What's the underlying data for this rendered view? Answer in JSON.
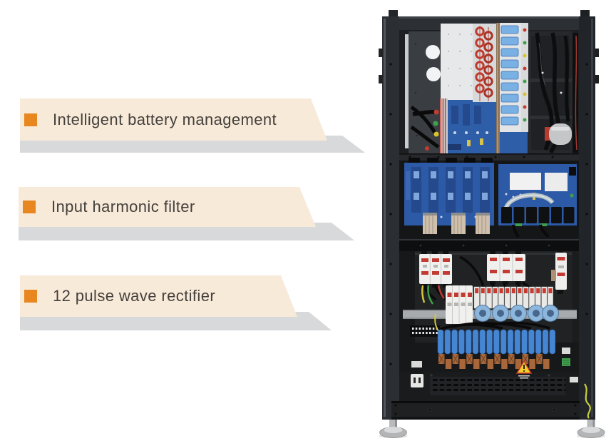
{
  "features": [
    {
      "label": "Intelligent battery management"
    },
    {
      "label": "Input harmonic filter"
    },
    {
      "label": "12 pulse wave rectifier"
    }
  ],
  "bullet_icon": {
    "name": "orange-square-bullet",
    "color": "#E8861F"
  },
  "colors": {
    "banner_background": "#F8EAD9",
    "ribbon_shadow": "#D7D9DB",
    "label_text": "#44403C",
    "accent_orange": "#E8861F",
    "cabinet_frame": "#2B2E32",
    "pcb_blue": "#2C5AA6",
    "capacitor_blue": "#4585D2",
    "copper_busbar": "#A8673A",
    "warning_yellow": "#F5CD2A"
  },
  "photo": {
    "subject": "open UPS cabinet showing internal components"
  }
}
